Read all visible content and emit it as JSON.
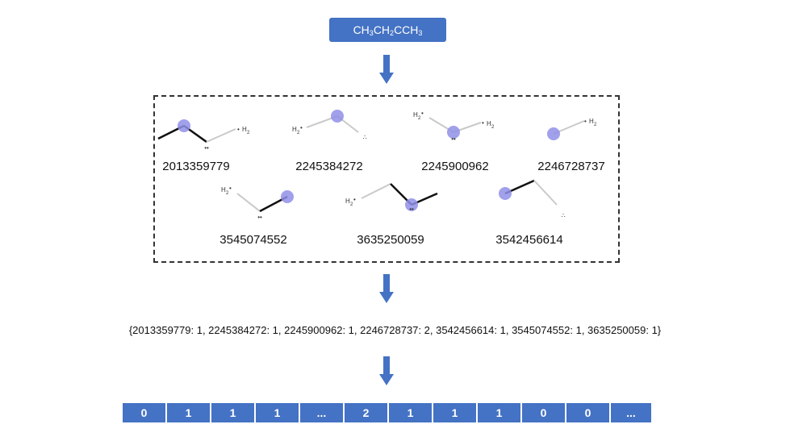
{
  "input": {
    "smiles_parts": [
      "CH",
      "3",
      "CH",
      "2",
      "CCH",
      "3"
    ]
  },
  "substructures": [
    {
      "id": "2013359779"
    },
    {
      "id": "2245384272"
    },
    {
      "id": "2245900962"
    },
    {
      "id": "2246728737"
    },
    {
      "id": "3545074552"
    },
    {
      "id": "3635250059"
    },
    {
      "id": "3542456614"
    }
  ],
  "fragment_labels": {
    "h2": "H",
    "h2_sub": "2",
    "h2_dot": "•",
    "lone_pair": "••"
  },
  "hash_dict": "{2013359779: 1, 2245384272: 1, 2245900962: 1, 2246728737: 2, 3542456614: 1, 3545074552: 1, 3635250059: 1}",
  "fingerprint_vector": [
    "0",
    "1",
    "1",
    "1",
    "...",
    "2",
    "1",
    "1",
    "1",
    "0",
    "0",
    "..."
  ],
  "colors": {
    "accent": "#4472c4",
    "atom_highlight": "#8f8fe8",
    "bond": "#111111",
    "bond_light": "#c9c9c9"
  }
}
